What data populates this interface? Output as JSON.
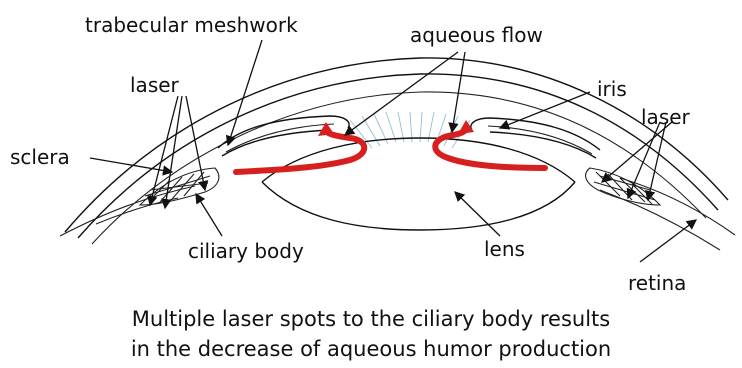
{
  "labels": {
    "trabecular_meshwork": "trabecular meshwork",
    "aqueous_flow": "aqueous flow",
    "laser_left": "laser",
    "laser_right": "laser",
    "iris": "iris",
    "sclera": "sclera",
    "ciliary_body": "ciliary body",
    "lens": "lens",
    "retina": "retina"
  },
  "caption": {
    "line1": "Multiple laser spots to the ciliary body results",
    "line2": "in the decrease of aqueous humor production"
  },
  "colors": {
    "flow_arrow": "#d81f1f",
    "outline": "#111111",
    "fluid_hatch": "#9cc4dc"
  }
}
